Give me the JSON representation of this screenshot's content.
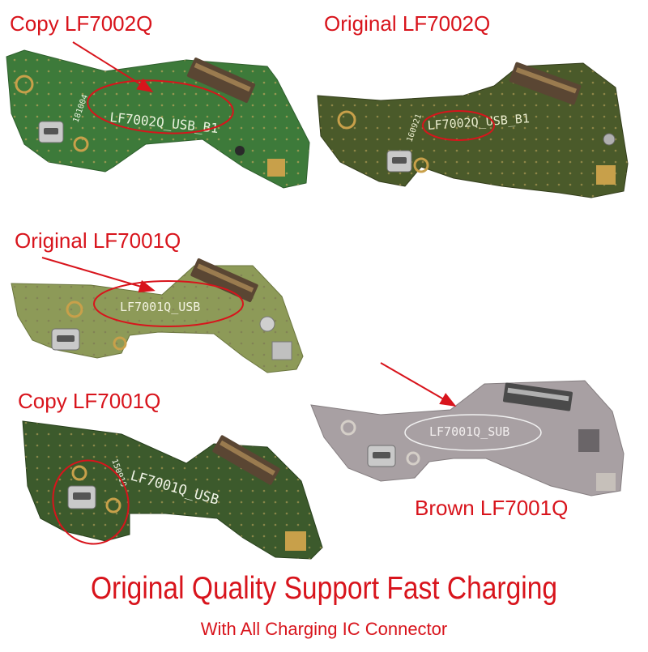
{
  "labels": {
    "copy_lf7002q": "Copy LF7002Q",
    "original_lf7002q": "Original LF7002Q",
    "original_lf7001q": "Original LF7001Q",
    "copy_lf7001q": "Copy LF7001Q",
    "brown_lf7001q": "Brown LF7001Q"
  },
  "boards": {
    "copy_lf7002q": {
      "silk": "LF7002Q_USB_B1",
      "date": "181004",
      "color": "#3d7a3a"
    },
    "original_lf7002q": {
      "silk": "LF7002Q_USB_B1",
      "date": "160921",
      "color": "#4a5a2a"
    },
    "original_lf7001q": {
      "silk": "LF7001Q_USB",
      "color": "#8d9a58"
    },
    "copy_lf7001q": {
      "silk": "LF7001Q_USB",
      "date": "150919",
      "color": "#3c5a2c"
    },
    "brown_lf7001q": {
      "silk": "LF7001Q_SUB",
      "color": "#a8a0a3"
    }
  },
  "caption": {
    "headline": "Original Quality Support Fast Charging",
    "subline": "With All Charging IC Connector"
  },
  "colors": {
    "accent": "#d8141c",
    "gold": "#c8a04a",
    "connector": "#5a4633",
    "metal": "#c9c9c9"
  }
}
